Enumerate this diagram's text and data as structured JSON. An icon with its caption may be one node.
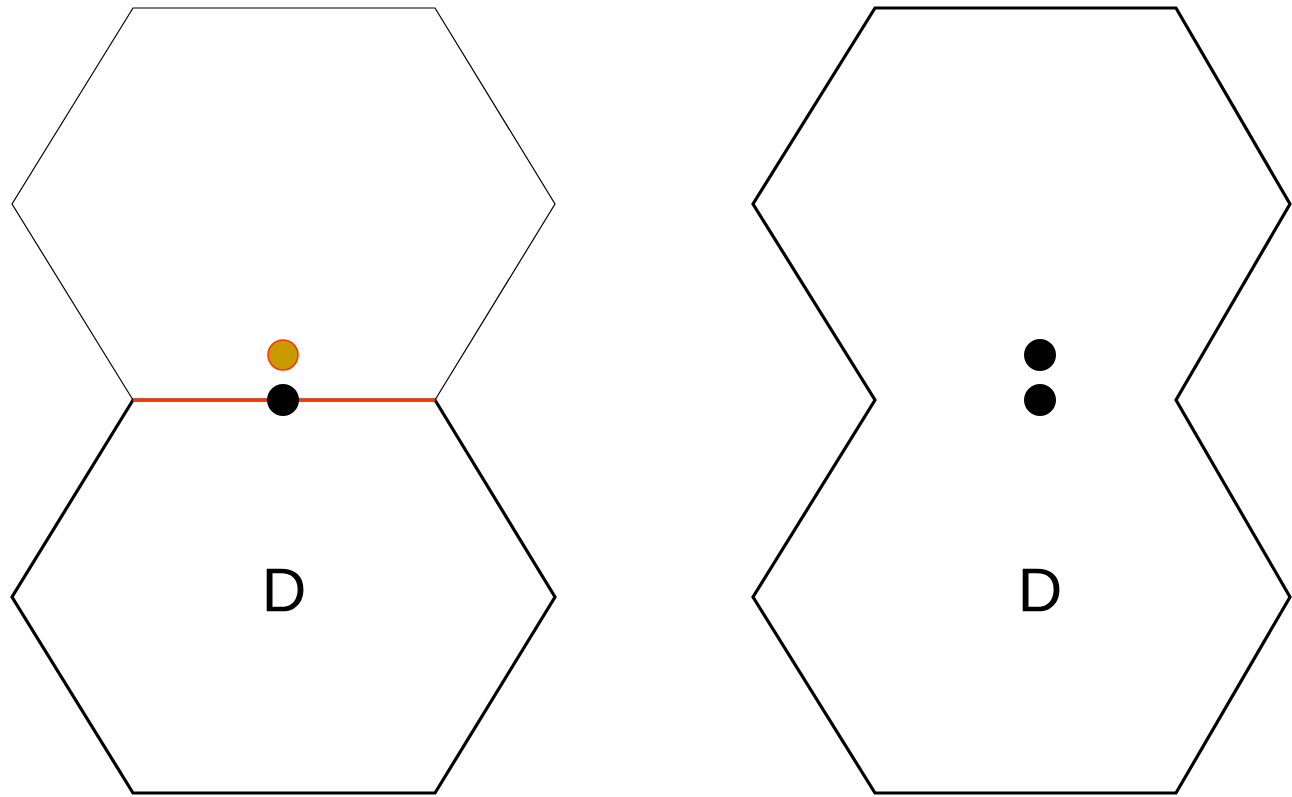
{
  "diagram": {
    "nodes": [
      {
        "text": [],
        "shape": "hexagon"
      },
      {
        "text": [
          "D"
        ]
      },
      {
        "text": [
          "D"
        ]
      }
    ]
  }
}
